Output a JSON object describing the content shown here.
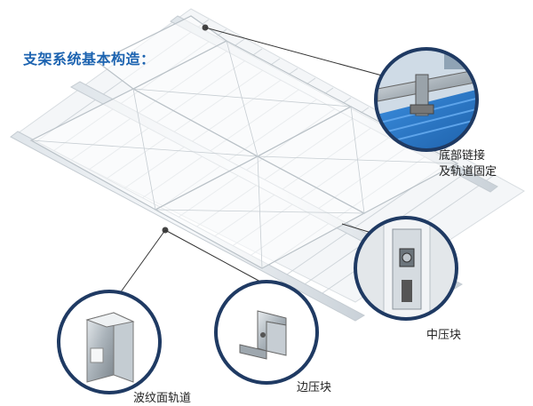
{
  "title": "支架系统基本构造：",
  "callouts": {
    "base_link": {
      "line1": "底部链接",
      "line2": "及轨道固定"
    },
    "mid_clamp": {
      "label": "中压块"
    },
    "rail": {
      "label": "波纹面轨道"
    },
    "end_clamp": {
      "label": "边压块"
    }
  },
  "colors": {
    "title": "#1c63b0",
    "circle_border": "#1f3a63",
    "roof_panel": "#2a7fd4",
    "leader_line": "#333333"
  }
}
